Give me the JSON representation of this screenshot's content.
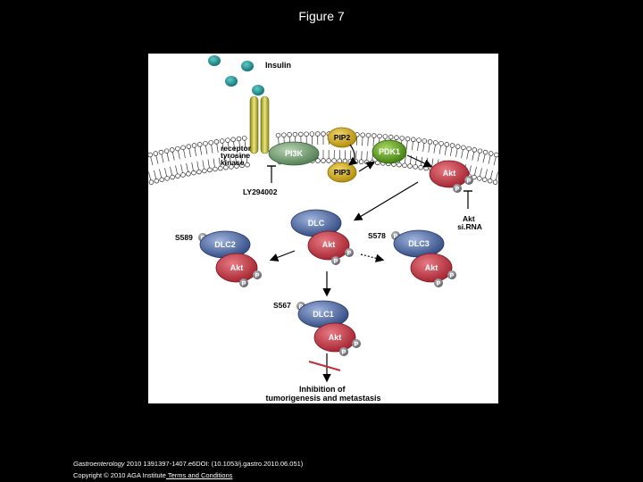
{
  "slide": {
    "title": "Figure 7"
  },
  "diagram": {
    "insulin": "Insulin",
    "receptor": [
      "receptor",
      "tyrosine",
      "kinase"
    ],
    "pi3k": "PI3K",
    "pip2": "PIP2",
    "pip3": "PIP3",
    "pdk1": "PDK1",
    "akt": "Akt",
    "phospho": "P",
    "inhibitor": "LY294002",
    "akt_sirna": [
      "Akt",
      "si.RNA"
    ],
    "dlc": "DLC",
    "dlc1": "DLC1",
    "dlc2": "DLC2",
    "dlc3": "DLC3",
    "site_s589": "S589",
    "site_s578": "S578",
    "site_s567": "S567",
    "outcome": [
      "Inhibition of",
      "tumorigenesis and metastasis"
    ]
  },
  "footer": {
    "journal": "Gastroenterology",
    "citation_rest": " 2010 1391397-1407.e6DOI: (10.1053/j.gastro.2010.06.051)",
    "copyright": "Copyright © 2010 AGA Institute",
    "terms_link": " Terms and Conditions"
  },
  "colors": {
    "background": "#000000",
    "panel": "#ffffff",
    "insulin": "#0f7f7f",
    "receptor": "#c7c23a",
    "pi3k": "#6d9a6d",
    "pip": "#c9a516",
    "pdk1": "#4b8f16",
    "akt": "#b0303a",
    "dlc": "#3f5a8f",
    "phospho": "#5c5c64",
    "inhibit": "#c0303a"
  }
}
